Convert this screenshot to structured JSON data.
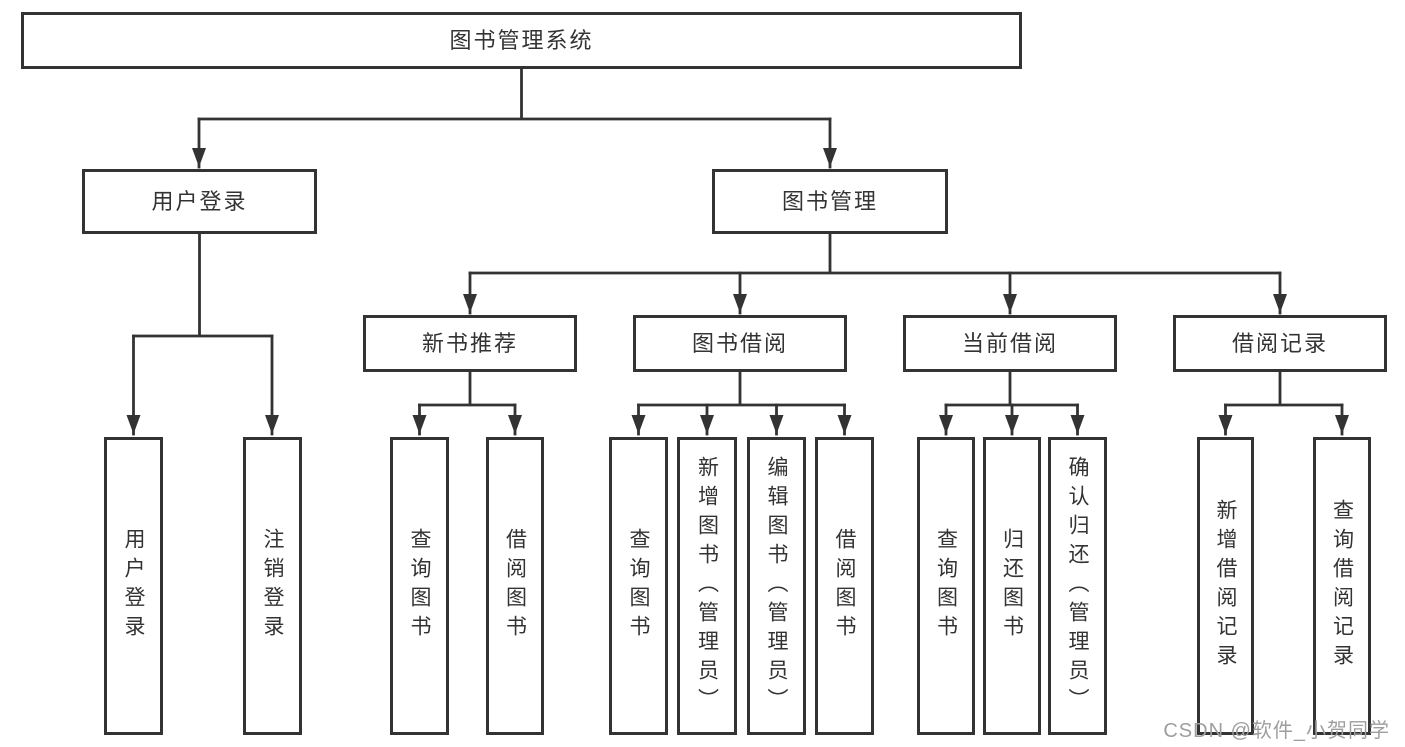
{
  "diagram": {
    "title": "图书管理系统",
    "colors": {
      "line": "#333333",
      "text": "#333333",
      "box_background": "#ffffff",
      "watermark": "#9e9e9e"
    },
    "root": {
      "label": "图书管理系统",
      "children": [
        {
          "label": "用户登录",
          "children": [
            {
              "label": "用户登录"
            },
            {
              "label": "注销登录"
            }
          ]
        },
        {
          "label": "图书管理",
          "children": [
            {
              "label": "新书推荐",
              "children": [
                {
                  "label": "查询图书"
                },
                {
                  "label": "借阅图书"
                }
              ]
            },
            {
              "label": "图书借阅",
              "children": [
                {
                  "label": "查询图书"
                },
                {
                  "label": "新增图书（管理员）"
                },
                {
                  "label": "编辑图书（管理员）"
                },
                {
                  "label": "借阅图书"
                }
              ]
            },
            {
              "label": "当前借阅",
              "children": [
                {
                  "label": "查询图书"
                },
                {
                  "label": "归还图书"
                },
                {
                  "label": "确认归还（管理员）"
                }
              ]
            },
            {
              "label": "借阅记录",
              "children": [
                {
                  "label": "新增借阅记录"
                },
                {
                  "label": "查询借阅记录"
                }
              ]
            }
          ]
        }
      ]
    },
    "watermark": "CSDN @软件_小贺同学"
  }
}
